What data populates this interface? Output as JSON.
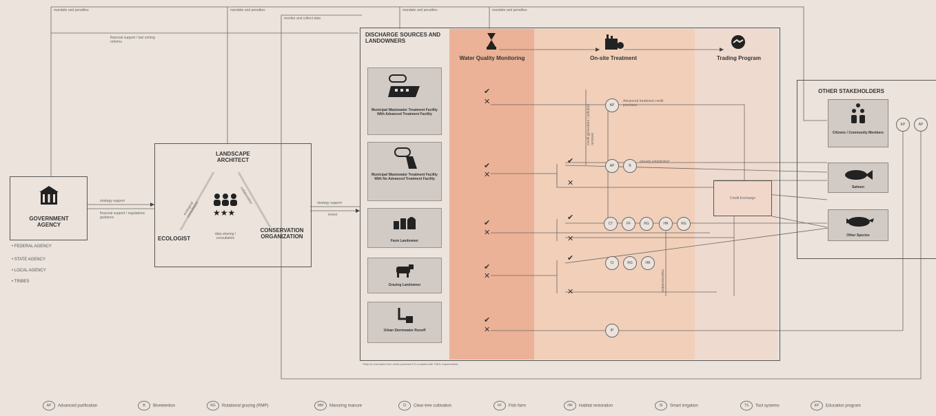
{
  "top_flows": [
    "mandate and penalties",
    "mandate and penalties",
    "mandate and penalties",
    "mandate and penalties"
  ],
  "flow_labels": {
    "financial_support": "financial support / tax/ zoning reforms",
    "monitor_collect": "monitor and collect data",
    "strategy_support_1": "strategy support",
    "financial_support_2": "financial support / regulations guidance",
    "strategy_support_2": "strategy support",
    "invest": "invest"
  },
  "government": {
    "title": "GOVERNMENT AGENCY",
    "types": [
      "• FEDERAL AGENCY",
      "• STATE AGENCY",
      "• LOCAL AGENCY",
      "• TRIBES"
    ]
  },
  "design_team": {
    "title": "LANDSCAPE ARCHITECT",
    "ecologist": "ECOLOGIST",
    "conservation": "CONSERVATION ORGANIZATION",
    "edge_left": "ecological consultation",
    "edge_right": "collaboration",
    "edge_bottom": "data sharing / consultation"
  },
  "discharge": {
    "title": "DISCHARGE SOURCES AND LANDOWNERS",
    "sources": [
      "Municipal Wastewater Treatment Facility With Advanced Treatment Facility",
      "Municipal Wastewater Treatment Facility With No Advanced Treatment Facility",
      "Farm Landowner",
      "Grazing Landowner",
      "Urban Stormwater Runoff"
    ],
    "footnote": "*May be exempted from credit purchase if it complies with TMDL requirements"
  },
  "stages": {
    "monitoring": "Water Quality Monitoring",
    "onsite": "On-site Treatment",
    "trading": "Trading Program"
  },
  "annotations": {
    "advanced_credit": "Advanced treatment credit purchase",
    "already": "already established",
    "vertical_1": "credit generation / pollution removal",
    "vertical_2": "implementation"
  },
  "trading_box": "Credit Exchange",
  "other": {
    "title": "OTHER STAKEHOLDERS",
    "items": [
      "Citizens / Community Members",
      "Salmon",
      "Other Species"
    ]
  },
  "circles": {
    "row1": [
      "AP"
    ],
    "row2": [
      "AP",
      "B"
    ],
    "row3": [
      "CT",
      "FF",
      "RG",
      "HR",
      "RG"
    ],
    "row4": [
      "CI",
      "RG",
      "HR"
    ],
    "row5": [
      "IP"
    ],
    "right": [
      "EP",
      "AP"
    ]
  },
  "legend": [
    {
      "code": "AP",
      "label": "Advanced purification"
    },
    {
      "code": "B",
      "label": "Bioretention"
    },
    {
      "code": "RG",
      "label": "Rotational grazing (RMP)"
    },
    {
      "code": "MM",
      "label": "Manuring manure"
    },
    {
      "code": "CI",
      "label": "Clear-tree cultivation"
    },
    {
      "code": "FF",
      "label": "Fish farm"
    },
    {
      "code": "HR",
      "label": "Habitat restoration"
    },
    {
      "code": "SI",
      "label": "Smart irrigation"
    },
    {
      "code": "TS",
      "label": "Tool systems"
    },
    {
      "code": "EP",
      "label": "Education program"
    }
  ],
  "colors": {
    "monitoring_band": "#eba98b",
    "treatment_band": "#f2c9b0",
    "trading_band": "#f1d6ca",
    "background": "#ebe3dc"
  }
}
